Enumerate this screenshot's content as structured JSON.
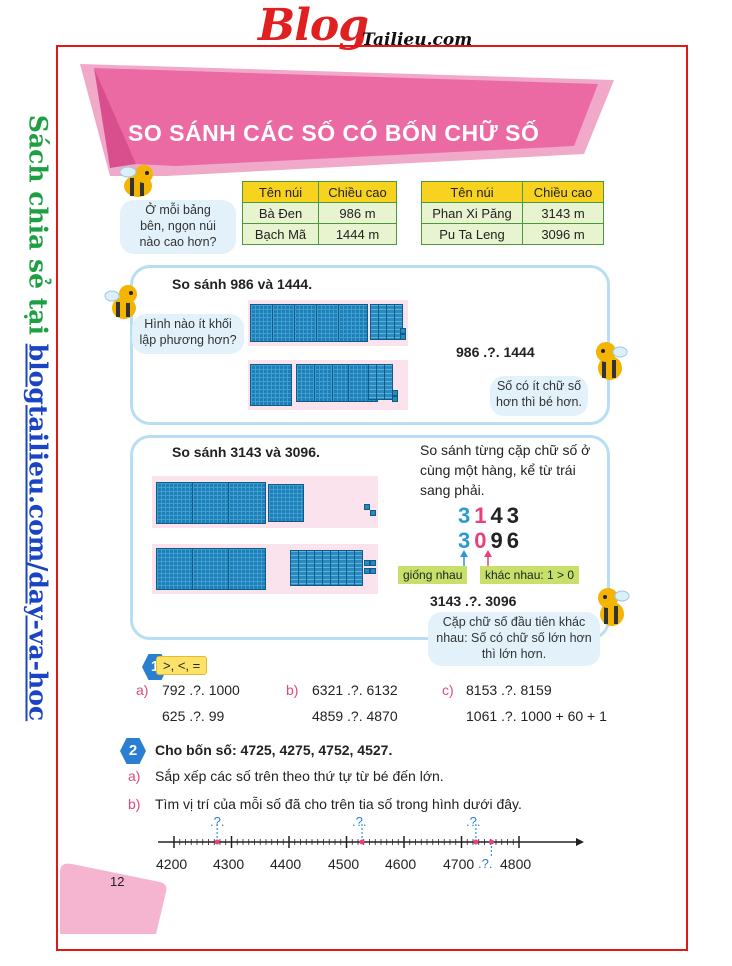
{
  "watermark": {
    "logo_main": "Blog",
    "logo_sub": "Tailieu.com",
    "side_part1": "Sách chia sẻ tại ",
    "side_part2": "blogtailieu.com/day-va-hoc"
  },
  "title": "SO SÁNH CÁC SỐ CÓ BỐN CHỮ SỐ",
  "intro": {
    "question": [
      "Ở mỗi bảng",
      "bên, ngọn núi",
      "nào cao hơn?"
    ],
    "table1": {
      "headers": [
        "Tên núi",
        "Chiều cao"
      ],
      "rows": [
        [
          "Bà Đen",
          "986 m"
        ],
        [
          "Bạch Mã",
          "1444 m"
        ]
      ]
    },
    "table2": {
      "headers": [
        "Tên núi",
        "Chiều cao"
      ],
      "rows": [
        [
          "Phan Xi Păng",
          "3143 m"
        ],
        [
          "Pu Ta Leng",
          "3096 m"
        ]
      ]
    }
  },
  "panel1": {
    "title": "So sánh 986 và 1444.",
    "question": [
      "Hình nào ít khối",
      "lập phương hơn?"
    ],
    "compare": "986 .?. 1444",
    "tip": [
      "Số có ít chữ số",
      "hơn thì bé hơn."
    ]
  },
  "panel2": {
    "title": "So sánh 3143 và 3096.",
    "instruction": [
      "So sánh từng cặp chữ số ở",
      "cùng một hàng, kể từ trái",
      "sang phải."
    ],
    "row1": {
      "d1": "3",
      "d2": "1",
      "rest": "43"
    },
    "row2": {
      "d1": "3",
      "d2": "0",
      "rest": "96"
    },
    "same_label": "giống nhau",
    "diff_label": "khác nhau: 1 > 0",
    "compare": "3143 .?. 3096",
    "tip": [
      "Cặp chữ số đầu tiên khác",
      "nhau: Số có chữ số lớn hơn",
      "thì lớn hơn."
    ]
  },
  "exercise1": {
    "number": "1",
    "tag": ">, <, =",
    "cols": [
      {
        "letter": "a)",
        "items": [
          "792 .?. 1000",
          "625 .?. 99"
        ]
      },
      {
        "letter": "b)",
        "items": [
          "6321 .?. 6132",
          "4859 .?. 4870"
        ]
      },
      {
        "letter": "c)",
        "items": [
          "8153 .?. 8159",
          "1061 .?. 1000 + 60 + 1"
        ]
      }
    ]
  },
  "exercise2": {
    "number": "2",
    "title": "Cho bốn số: 4725, 4275, 4752, 4527.",
    "a_letter": "a)",
    "a_text": "Sắp xếp các số trên theo thứ tự từ bé đến lớn.",
    "b_letter": "b)",
    "b_text": "Tìm vị trí của mỗi số đã cho trên tia số trong hình dưới đây.",
    "ticks": [
      "4200",
      "4300",
      "4400",
      "4500",
      "4600",
      "4700",
      "4800"
    ],
    "marker": ".?."
  },
  "page_number": "12",
  "colors": {
    "frame": "#e01818",
    "banner": "#f06aa5",
    "panel_border": "#b7def3",
    "table_header": "#f7d21e",
    "digit_blue": "#2a9ad6",
    "digit_pink": "#e8407a",
    "label_green": "#c6e06a",
    "hex_blue": "#2a7fd0"
  }
}
